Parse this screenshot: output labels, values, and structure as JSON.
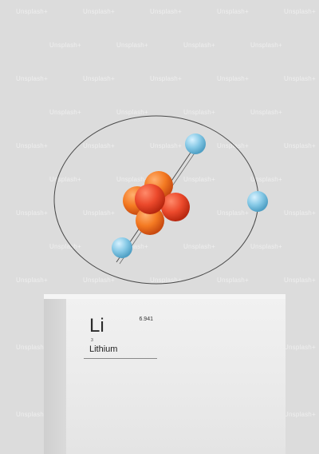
{
  "element_tile": {
    "symbol": "Li",
    "atomic_mass": "6.941",
    "atomic_number": "3",
    "name": "Lithium"
  },
  "watermark": {
    "text": "Unsplash+"
  },
  "colors": {
    "background": "#dcdcdc",
    "nucleus_orange": "#f26a1b",
    "nucleus_red": "#e8402a",
    "electron_blue": "#7cc3e0",
    "orbit_line": "#4a4a4a",
    "pedestal": "#eeeeee"
  }
}
